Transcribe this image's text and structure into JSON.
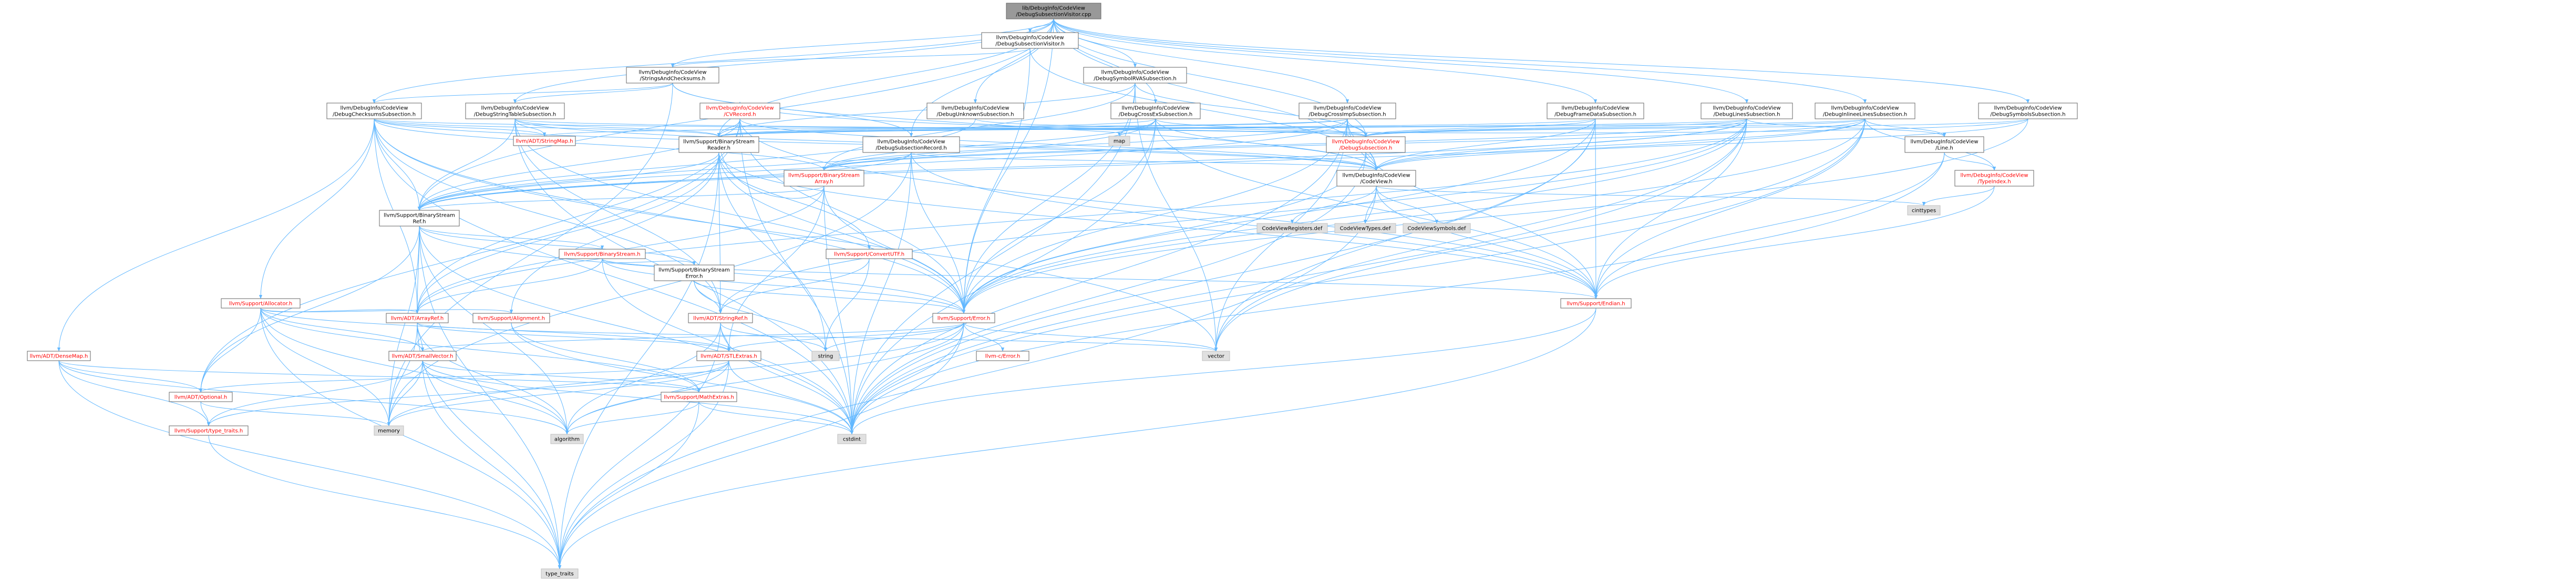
{
  "colors": {
    "edge": "#63b8ff",
    "node_border": "#666666",
    "node_border_missing": "#bfbfbf",
    "node_fill": "#ffffff",
    "root_fill": "#999999",
    "missing_fill": "#e0e0e0",
    "label_normal": "#000000",
    "label_link": "#ff0000"
  },
  "nodes": [
    {
      "id": "root",
      "lines": [
        "lib/DebugInfo/CodeView",
        "/DebugSubsectionVisitor.cpp"
      ],
      "kind": "root"
    },
    {
      "id": "subvis_h",
      "lines": [
        "llvm/DebugInfo/CodeView",
        "/DebugSubsectionVisitor.h"
      ],
      "kind": "normal"
    },
    {
      "id": "strchk",
      "lines": [
        "llvm/DebugInfo/CodeView",
        "/StringsAndChecksums.h"
      ],
      "kind": "normal"
    },
    {
      "id": "symrva",
      "lines": [
        "llvm/DebugInfo/CodeView",
        "/DebugSymbolRVASubsection.h"
      ],
      "kind": "normal"
    },
    {
      "id": "chksum",
      "lines": [
        "llvm/DebugInfo/CodeView",
        "/DebugChecksumsSubsection.h"
      ],
      "kind": "normal"
    },
    {
      "id": "strtab",
      "lines": [
        "llvm/DebugInfo/CodeView",
        "/DebugStringTableSubsection.h"
      ],
      "kind": "normal"
    },
    {
      "id": "cvrecord",
      "lines": [
        "llvm/DebugInfo/CodeView",
        "/CVRecord.h"
      ],
      "kind": "link"
    },
    {
      "id": "unknown",
      "lines": [
        "llvm/DebugInfo/CodeView",
        "/DebugUnknownSubsection.h"
      ],
      "kind": "normal"
    },
    {
      "id": "xsimp",
      "lines": [
        "llvm/DebugInfo/CodeView",
        "/DebugCrossExSubsection.h"
      ],
      "kind": "normal"
    },
    {
      "id": "crossimp",
      "lines": [
        "llvm/DebugInfo/CodeView",
        "/DebugCrossImpSubsection.h"
      ],
      "kind": "normal"
    },
    {
      "id": "frame",
      "lines": [
        "llvm/DebugInfo/CodeView",
        "/DebugFrameDataSubsection.h"
      ],
      "kind": "normal"
    },
    {
      "id": "lines",
      "lines": [
        "llvm/DebugInfo/CodeView",
        "/DebugLinesSubsection.h"
      ],
      "kind": "normal"
    },
    {
      "id": "inlinee",
      "lines": [
        "llvm/DebugInfo/CodeView",
        "/DebugInlineeLinesSubsection.h"
      ],
      "kind": "normal"
    },
    {
      "id": "symrvah",
      "lines": [
        "llvm/DebugInfo/CodeView",
        "/DebugSymbolsSubsection.h"
      ],
      "kind": "normal"
    },
    {
      "id": "stringmap",
      "lines": [
        "llvm/ADT/StringMap.h"
      ],
      "kind": "link"
    },
    {
      "id": "map",
      "lines": [
        "map"
      ],
      "kind": "missing"
    },
    {
      "id": "subrec",
      "lines": [
        "llvm/DebugInfo/CodeView",
        "/DebugSubsectionRecord.h"
      ],
      "kind": "normal"
    },
    {
      "id": "bsreader",
      "lines": [
        "llvm/Support/BinaryStream",
        "Reader.h"
      ],
      "kind": "normal"
    },
    {
      "id": "debugsub",
      "lines": [
        "llvm/DebugInfo/CodeView",
        "/DebugSubsection.h"
      ],
      "kind": "link"
    },
    {
      "id": "line_h",
      "lines": [
        "llvm/DebugInfo/CodeView",
        "/Line.h"
      ],
      "kind": "normal"
    },
    {
      "id": "codeview",
      "lines": [
        "llvm/DebugInfo/CodeView",
        "/CodeView.h"
      ],
      "kind": "normal"
    },
    {
      "id": "typeindex",
      "lines": [
        "llvm/DebugInfo/CodeView",
        "/TypeIndex.h"
      ],
      "kind": "link"
    },
    {
      "id": "bsarray",
      "lines": [
        "llvm/Support/BinaryStream",
        "Array.h"
      ],
      "kind": "link"
    },
    {
      "id": "bsref",
      "lines": [
        "llvm/Support/BinaryStream",
        "Ref.h"
      ],
      "kind": "normal"
    },
    {
      "id": "cinttypes",
      "lines": [
        "cinttypes"
      ],
      "kind": "missing"
    },
    {
      "id": "cvregs",
      "lines": [
        "CodeViewRegisters.def"
      ],
      "kind": "missing"
    },
    {
      "id": "cvtypes",
      "lines": [
        "CodeViewTypes.def"
      ],
      "kind": "missing"
    },
    {
      "id": "cvsyms",
      "lines": [
        "CodeViewSymbols.def"
      ],
      "kind": "missing"
    },
    {
      "id": "bstream",
      "lines": [
        "llvm/Support/BinaryStream.h"
      ],
      "kind": "link"
    },
    {
      "id": "convutf",
      "lines": [
        "llvm/Support/ConvertUTF.h"
      ],
      "kind": "link"
    },
    {
      "id": "bserror",
      "lines": [
        "llvm/Support/BinaryStream",
        "Error.h"
      ],
      "kind": "normal"
    },
    {
      "id": "allocator",
      "lines": [
        "llvm/Support/Allocator.h"
      ],
      "kind": "link"
    },
    {
      "id": "endian",
      "lines": [
        "llvm/Support/Endian.h"
      ],
      "kind": "link"
    },
    {
      "id": "arrayref",
      "lines": [
        "llvm/ADT/ArrayRef.h"
      ],
      "kind": "link"
    },
    {
      "id": "alignment",
      "lines": [
        "llvm/Support/Alignment.h"
      ],
      "kind": "link"
    },
    {
      "id": "stringref",
      "lines": [
        "llvm/ADT/StringRef.h"
      ],
      "kind": "link"
    },
    {
      "id": "error",
      "lines": [
        "llvm/Support/Error.h"
      ],
      "kind": "link"
    },
    {
      "id": "densemap",
      "lines": [
        "llvm/ADT/DenseMap.h"
      ],
      "kind": "link"
    },
    {
      "id": "smallvec",
      "lines": [
        "llvm/ADT/SmallVector.h"
      ],
      "kind": "link"
    },
    {
      "id": "stlextras",
      "lines": [
        "llvm/ADT/STLExtras.h"
      ],
      "kind": "link"
    },
    {
      "id": "cerror",
      "lines": [
        "llvm-c/Error.h"
      ],
      "kind": "link"
    },
    {
      "id": "string",
      "lines": [
        "string"
      ],
      "kind": "missing"
    },
    {
      "id": "vector",
      "lines": [
        "vector"
      ],
      "kind": "missing"
    },
    {
      "id": "optional",
      "lines": [
        "llvm/ADT/Optional.h"
      ],
      "kind": "link"
    },
    {
      "id": "mathextras",
      "lines": [
        "llvm/Support/MathExtras.h"
      ],
      "kind": "link"
    },
    {
      "id": "typetraits_llvm",
      "lines": [
        "llvm/Support/type_traits.h"
      ],
      "kind": "link"
    },
    {
      "id": "memory",
      "lines": [
        "memory"
      ],
      "kind": "missing"
    },
    {
      "id": "algorithm",
      "lines": [
        "algorithm"
      ],
      "kind": "missing"
    },
    {
      "id": "cstdint",
      "lines": [
        "cstdint"
      ],
      "kind": "missing"
    },
    {
      "id": "type_traits",
      "lines": [
        "type_traits"
      ],
      "kind": "missing"
    }
  ],
  "edges": [
    [
      "root",
      "subvis_h"
    ],
    [
      "root",
      "strchk"
    ],
    [
      "root",
      "symrva"
    ],
    [
      "root",
      "chksum"
    ],
    [
      "root",
      "strtab"
    ],
    [
      "root",
      "unknown"
    ],
    [
      "root",
      "xsimp"
    ],
    [
      "root",
      "crossimp"
    ],
    [
      "root",
      "frame"
    ],
    [
      "root",
      "lines"
    ],
    [
      "root",
      "inlinee"
    ],
    [
      "root",
      "symrvah"
    ],
    [
      "root",
      "subrec"
    ],
    [
      "root",
      "bsreader"
    ],
    [
      "root",
      "bsref"
    ],
    [
      "root",
      "error"
    ],
    [
      "root",
      "debugsub"
    ],
    [
      "root",
      "codeview"
    ],
    [
      "subvis_h",
      "strchk"
    ],
    [
      "subvis_h",
      "error"
    ],
    [
      "subvis_h",
      "codeview"
    ],
    [
      "strchk",
      "chksum"
    ],
    [
      "strchk",
      "strtab"
    ],
    [
      "strchk",
      "subrec"
    ],
    [
      "strchk",
      "codeview"
    ],
    [
      "strchk",
      "memory"
    ],
    [
      "symrva",
      "debugsub"
    ],
    [
      "symrva",
      "bsarray"
    ],
    [
      "symrva",
      "bsreader"
    ],
    [
      "symrva",
      "error"
    ],
    [
      "symrva",
      "cstdint"
    ],
    [
      "symrva",
      "vector"
    ],
    [
      "chksum",
      "stringmap"
    ],
    [
      "chksum",
      "densemap"
    ],
    [
      "chksum",
      "arrayref"
    ],
    [
      "chksum",
      "stringref"
    ],
    [
      "chksum",
      "codeview"
    ],
    [
      "chksum",
      "debugsub"
    ],
    [
      "chksum",
      "bsarray"
    ],
    [
      "chksum",
      "bsreader"
    ],
    [
      "chksum",
      "bsref"
    ],
    [
      "chksum",
      "allocator"
    ],
    [
      "chksum",
      "error"
    ],
    [
      "chksum",
      "cstdint"
    ],
    [
      "chksum",
      "vector"
    ],
    [
      "strtab",
      "stringmap"
    ],
    [
      "strtab",
      "stringref"
    ],
    [
      "strtab",
      "codeview"
    ],
    [
      "strtab",
      "debugsub"
    ],
    [
      "strtab",
      "bsref"
    ],
    [
      "strtab",
      "error"
    ],
    [
      "strtab",
      "cstdint"
    ],
    [
      "strtab",
      "bsreader"
    ],
    [
      "cvrecord",
      "arrayref"
    ],
    [
      "cvrecord",
      "optional"
    ],
    [
      "cvrecord",
      "codeview"
    ],
    [
      "cvrecord",
      "bsreader"
    ],
    [
      "cvrecord",
      "bsref"
    ],
    [
      "cvrecord",
      "endian"
    ],
    [
      "cvrecord",
      "error"
    ],
    [
      "cvrecord",
      "cstdint"
    ],
    [
      "unknown",
      "debugsub"
    ],
    [
      "unknown",
      "bsref"
    ],
    [
      "xsimp",
      "debugsub"
    ],
    [
      "xsimp",
      "bsarray"
    ],
    [
      "xsimp",
      "bsreader"
    ],
    [
      "xsimp",
      "bsref"
    ],
    [
      "xsimp",
      "endian"
    ],
    [
      "xsimp",
      "error"
    ],
    [
      "xsimp",
      "cstdint"
    ],
    [
      "xsimp",
      "map"
    ],
    [
      "xsimp",
      "codeview"
    ],
    [
      "crossimp",
      "debugsub"
    ],
    [
      "crossimp",
      "bsarray"
    ],
    [
      "crossimp",
      "bsreader"
    ],
    [
      "crossimp",
      "bsref"
    ],
    [
      "crossimp",
      "endian"
    ],
    [
      "crossimp",
      "error"
    ],
    [
      "crossimp",
      "cstdint"
    ],
    [
      "crossimp",
      "vector"
    ],
    [
      "crossimp",
      "stringmap"
    ],
    [
      "crossimp",
      "codeview"
    ],
    [
      "frame",
      "codeview"
    ],
    [
      "frame",
      "debugsub"
    ],
    [
      "frame",
      "bsreader"
    ],
    [
      "frame",
      "endian"
    ],
    [
      "frame",
      "error"
    ],
    [
      "frame",
      "cstdint"
    ],
    [
      "frame",
      "vector"
    ],
    [
      "lines",
      "arrayref"
    ],
    [
      "lines",
      "stringref"
    ],
    [
      "lines",
      "codeview"
    ],
    [
      "lines",
      "debugsub"
    ],
    [
      "lines",
      "line_h"
    ],
    [
      "lines",
      "bsarray"
    ],
    [
      "lines",
      "bsreader"
    ],
    [
      "lines",
      "bsref"
    ],
    [
      "lines",
      "endian"
    ],
    [
      "lines",
      "error"
    ],
    [
      "lines",
      "cstdint"
    ],
    [
      "lines",
      "vector"
    ],
    [
      "inlinee",
      "codeview"
    ],
    [
      "inlinee",
      "debugsub"
    ],
    [
      "inlinee",
      "line_h"
    ],
    [
      "inlinee",
      "typeindex"
    ],
    [
      "inlinee",
      "bsarray"
    ],
    [
      "inlinee",
      "bsreader"
    ],
    [
      "inlinee",
      "bsref"
    ],
    [
      "inlinee",
      "endian"
    ],
    [
      "inlinee",
      "error"
    ],
    [
      "inlinee",
      "cstdint"
    ],
    [
      "inlinee",
      "vector"
    ],
    [
      "symrvah",
      "cvrecord"
    ],
    [
      "symrvah",
      "debugsub"
    ],
    [
      "symrvah",
      "error"
    ],
    [
      "symrvah",
      "codeview"
    ],
    [
      "subrec",
      "codeview"
    ],
    [
      "subrec",
      "bsarray"
    ],
    [
      "subrec",
      "bsref"
    ],
    [
      "subrec",
      "endian"
    ],
    [
      "subrec",
      "error"
    ],
    [
      "subrec",
      "cstdint"
    ],
    [
      "subrec",
      "memory"
    ],
    [
      "bsreader",
      "arrayref"
    ],
    [
      "bsreader",
      "stringref"
    ],
    [
      "bsreader",
      "alignment"
    ],
    [
      "bsreader",
      "bsref"
    ],
    [
      "bsreader",
      "convutf"
    ],
    [
      "bsreader",
      "endian"
    ],
    [
      "bsreader",
      "error"
    ],
    [
      "bsreader",
      "type_traits"
    ],
    [
      "bsreader",
      "string"
    ],
    [
      "debugsub",
      "codeview"
    ],
    [
      "debugsub",
      "error"
    ],
    [
      "debugsub",
      "cstdint"
    ],
    [
      "line_h",
      "typeindex"
    ],
    [
      "line_h",
      "endian"
    ],
    [
      "line_h",
      "cstdint"
    ],
    [
      "codeview",
      "cinttypes"
    ],
    [
      "codeview",
      "type_traits"
    ],
    [
      "codeview",
      "endian"
    ],
    [
      "codeview",
      "cvregs"
    ],
    [
      "codeview",
      "cvtypes"
    ],
    [
      "codeview",
      "cvsyms"
    ],
    [
      "typeindex",
      "endian"
    ],
    [
      "typeindex",
      "cinttypes"
    ],
    [
      "bsarray",
      "arrayref"
    ],
    [
      "bsarray",
      "bsreader"
    ],
    [
      "bsarray",
      "bsref"
    ],
    [
      "bsarray",
      "error"
    ],
    [
      "bsarray",
      "stlextras"
    ],
    [
      "bsarray",
      "cstdint"
    ],
    [
      "bsref",
      "arrayref"
    ],
    [
      "bsref",
      "optional"
    ],
    [
      "bsref",
      "bserror"
    ],
    [
      "bsref",
      "bstream"
    ],
    [
      "bsref",
      "error"
    ],
    [
      "bsref",
      "algorithm"
    ],
    [
      "bsref",
      "cstdint"
    ],
    [
      "bsref",
      "memory"
    ],
    [
      "bsref",
      "type_traits"
    ],
    [
      "bstream",
      "bserror"
    ],
    [
      "bstream",
      "arrayref"
    ],
    [
      "bstream",
      "endian"
    ],
    [
      "bstream",
      "error"
    ],
    [
      "bstream",
      "cstdint"
    ],
    [
      "convutf",
      "string"
    ],
    [
      "convutf",
      "stringref"
    ],
    [
      "bserror",
      "stringref"
    ],
    [
      "bserror",
      "error"
    ],
    [
      "bserror",
      "string"
    ],
    [
      "allocator",
      "arrayref"
    ],
    [
      "allocator",
      "smallvec"
    ],
    [
      "allocator",
      "alignment"
    ],
    [
      "allocator",
      "mathextras"
    ],
    [
      "allocator",
      "stlextras"
    ],
    [
      "allocator",
      "algorithm"
    ],
    [
      "allocator",
      "memory"
    ],
    [
      "allocator",
      "type_traits"
    ],
    [
      "allocator",
      "optional"
    ],
    [
      "endian",
      "cstdint"
    ],
    [
      "endian",
      "type_traits"
    ],
    [
      "arrayref",
      "smallvec"
    ],
    [
      "arrayref",
      "stlextras"
    ],
    [
      "arrayref",
      "algorithm"
    ],
    [
      "arrayref",
      "memory"
    ],
    [
      "arrayref",
      "type_traits"
    ],
    [
      "arrayref",
      "vector"
    ],
    [
      "alignment",
      "mathextras"
    ],
    [
      "alignment",
      "cstdint"
    ],
    [
      "stringref",
      "stlextras"
    ],
    [
      "stringref",
      "algorithm"
    ],
    [
      "stringref",
      "cstdint"
    ],
    [
      "stringref",
      "string"
    ],
    [
      "stringref",
      "type_traits"
    ],
    [
      "error",
      "cerror"
    ],
    [
      "error",
      "stlextras"
    ],
    [
      "error",
      "smallvec"
    ],
    [
      "error",
      "algorithm"
    ],
    [
      "error",
      "cstdint"
    ],
    [
      "error",
      "memory"
    ],
    [
      "error",
      "string"
    ],
    [
      "error",
      "type_traits"
    ],
    [
      "error",
      "vector"
    ],
    [
      "densemap",
      "mathextras"
    ],
    [
      "densemap",
      "typetraits_llvm"
    ],
    [
      "densemap",
      "algorithm"
    ],
    [
      "densemap",
      "type_traits"
    ],
    [
      "densemap",
      "optional"
    ],
    [
      "smallvec",
      "mathextras"
    ],
    [
      "smallvec",
      "typetraits_llvm"
    ],
    [
      "smallvec",
      "algorithm"
    ],
    [
      "smallvec",
      "cstdint"
    ],
    [
      "smallvec",
      "memory"
    ],
    [
      "smallvec",
      "type_traits"
    ],
    [
      "stlextras",
      "optional"
    ],
    [
      "stlextras",
      "typetraits_llvm"
    ],
    [
      "stlextras",
      "algorithm"
    ],
    [
      "stlextras",
      "cstdint"
    ],
    [
      "stlextras",
      "memory"
    ],
    [
      "stlextras",
      "type_traits"
    ],
    [
      "optional",
      "typetraits_llvm"
    ],
    [
      "optional",
      "memory"
    ],
    [
      "mathextras",
      "algorithm"
    ],
    [
      "mathextras",
      "cstdint"
    ],
    [
      "mathextras",
      "type_traits"
    ],
    [
      "typetraits_llvm",
      "type_traits"
    ]
  ]
}
